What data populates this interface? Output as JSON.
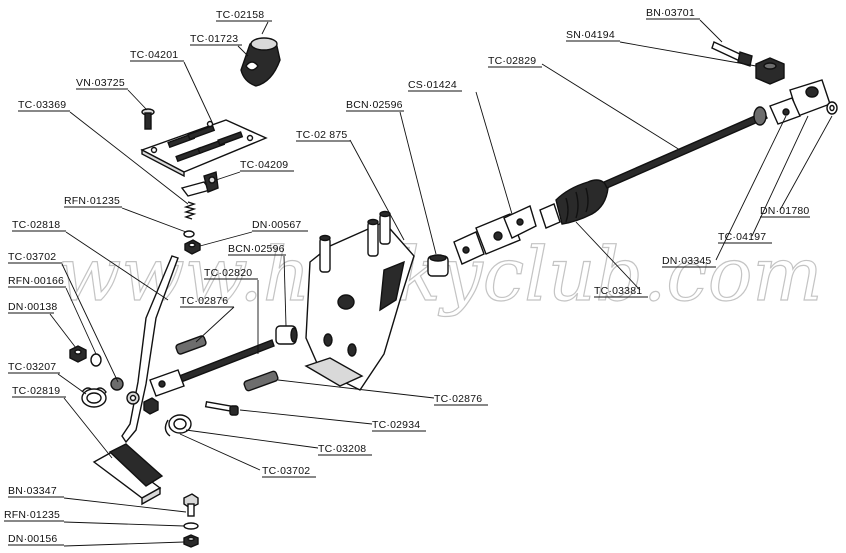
{
  "watermark": "www.huskyclub.com",
  "parts": [
    {
      "id": "p1",
      "label": "TC·02158"
    },
    {
      "id": "p2",
      "label": "TC·01723"
    },
    {
      "id": "p3",
      "label": "TC·04201"
    },
    {
      "id": "p4",
      "label": "VN·03725"
    },
    {
      "id": "p5",
      "label": "TC·03369"
    },
    {
      "id": "p6",
      "label": "TC·04209"
    },
    {
      "id": "p7",
      "label": "RFN·01235"
    },
    {
      "id": "p8",
      "label": "TC·02818"
    },
    {
      "id": "p9",
      "label": "DN·00567"
    },
    {
      "id": "p10",
      "label": "TC·03702"
    },
    {
      "id": "p11",
      "label": "BCN·02596"
    },
    {
      "id": "p12",
      "label": "RFN·00166"
    },
    {
      "id": "p13",
      "label": "TC·02820"
    },
    {
      "id": "p14",
      "label": "DN·00138"
    },
    {
      "id": "p15",
      "label": "TC·02876"
    },
    {
      "id": "p16",
      "label": "TC·03207"
    },
    {
      "id": "p17",
      "label": "TC·02819"
    },
    {
      "id": "p18",
      "label": "BN·03347"
    },
    {
      "id": "p19",
      "label": "RFN·01235"
    },
    {
      "id": "p20",
      "label": "DN·00156"
    },
    {
      "id": "p21",
      "label": "TC·02 875"
    },
    {
      "id": "p22",
      "label": "BCN·02596"
    },
    {
      "id": "p23",
      "label": "CS·01424"
    },
    {
      "id": "p24",
      "label": "TC·02829"
    },
    {
      "id": "p25",
      "label": "SN·04194"
    },
    {
      "id": "p26",
      "label": "BN·03701"
    },
    {
      "id": "p27",
      "label": "DN·01780"
    },
    {
      "id": "p28",
      "label": "TC·04197"
    },
    {
      "id": "p29",
      "label": "DN·03345"
    },
    {
      "id": "p30",
      "label": "TC·03381"
    },
    {
      "id": "p31",
      "label": "TC·02876"
    },
    {
      "id": "p32",
      "label": "TC·02934"
    },
    {
      "id": "p33",
      "label": "TC·03208"
    },
    {
      "id": "p34",
      "label": "TC·03702"
    }
  ]
}
